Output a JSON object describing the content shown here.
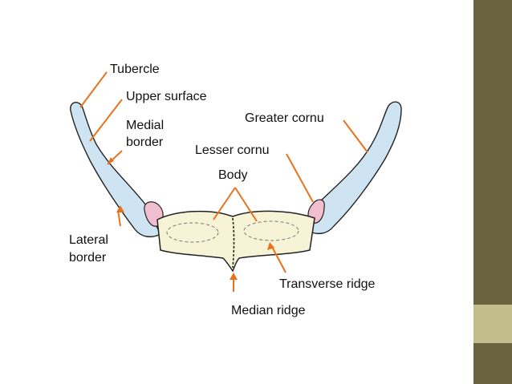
{
  "labels": {
    "tubercle": "Tubercle",
    "upper_surface": "Upper surface",
    "medial_border_1": "Medial",
    "medial_border_2": "border",
    "greater_cornu": "Greater cornu",
    "lesser_cornu": "Lesser cornu",
    "body": "Body",
    "lateral_border_1": "Lateral",
    "lateral_border_2": "border",
    "transverse_ridge": "Transverse ridge",
    "median_ridge": "Median ridge"
  },
  "colors": {
    "background": "#ffffff",
    "side_panel": "#6b6340",
    "side_square": "#c3bd8c",
    "cornu_fill": "#cfe4f2",
    "body_fill": "#f7f3d6",
    "lesser_cornu_fill": "#f2bfd0",
    "leader_line": "#e8731e",
    "outline": "#222222"
  }
}
